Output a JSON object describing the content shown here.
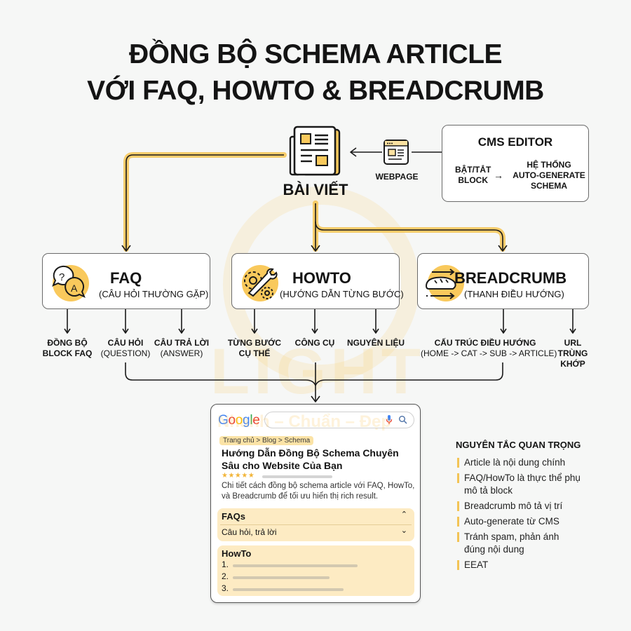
{
  "title": {
    "line1": "ĐỒNG BỘ SCHEMA ARTICLE",
    "line2": "VỚI FAQ, HOWTO & BREADCRUMB"
  },
  "watermark": {
    "brand": "LIGHT",
    "slogan": "Nhanh – Chuẩn – Đẹp"
  },
  "article_node": {
    "label": "BÀI VIẾT",
    "icon": "newspaper-icon"
  },
  "webpage_node": {
    "label": "WEBPAGE",
    "icon": "browser-window-icon"
  },
  "cms_editor": {
    "title": "CMS EDITOR",
    "left_line1": "BẬT/TẮT",
    "left_line2": "BLOCK",
    "arrow": "→",
    "right_line1": "HỆ THỐNG",
    "right_line2": "AUTO-GENERATE",
    "right_line3": "SCHEMA"
  },
  "categories": [
    {
      "name": "FAQ",
      "subtitle": "(CÂU HỎI THƯỜNG GẶP)",
      "icon": "chat-question-answer-icon",
      "children": [
        {
          "line1": "ĐỒNG BỘ",
          "line2": "BLOCK FAQ"
        },
        {
          "line1": "CÂU HỎI",
          "line2": "(QUESTION)"
        },
        {
          "line1": "CÂU TRẢ LỜI",
          "line2": "(ANSWER)"
        }
      ]
    },
    {
      "name": "HOWTO",
      "subtitle": "(HƯỚNG DẪN TỪNG BƯỚC)",
      "icon": "wrench-gear-icon",
      "children": [
        {
          "line1": "TỪNG BƯỚC",
          "line2": "CỤ THỂ"
        },
        {
          "line1": "CÔNG CỤ",
          "line2": ""
        },
        {
          "line1": "NGUYÊN LIỆU",
          "line2": ""
        }
      ]
    },
    {
      "name": "BREADCRUMB",
      "subtitle": "(THANH ĐIỀU HƯỚNG)",
      "icon": "bread-arrows-icon",
      "children": [
        {
          "line1": "CẤU TRÚC ĐIỀU HƯỚNG",
          "line2": "(HOME -> CAT -> SUB -> ARTICLE)"
        },
        {
          "line1": "URL",
          "line2": "TRÙNG",
          "line3": "KHỚP"
        }
      ]
    }
  ],
  "serp": {
    "logo": [
      "G",
      "o",
      "o",
      "g",
      "l",
      "e"
    ],
    "logo_colors": [
      "#4285f4",
      "#ea4335",
      "#fbbc05",
      "#4285f4",
      "#34a853",
      "#ea4335"
    ],
    "search_value": "",
    "breadcrumb": "Trang chủ > Blog > Schema",
    "title": "Hướng Dẫn Đồng Bộ Schema Chuyên Sâu cho Website Của Bạn",
    "stars": "★★★★★",
    "rating": 5,
    "description": "Chi tiết cách đồng bộ schema article với FAQ, HowTo, và Breadcrumb để tối ưu hiển thị rich result.",
    "faq": {
      "title": "FAQs",
      "question": "Câu hỏi, trả lời",
      "collapse_glyph": "⌃",
      "expand_glyph": "⌄"
    },
    "howto": {
      "title": "HowTo",
      "steps": [
        "1.",
        "2.",
        "3."
      ]
    }
  },
  "principles": {
    "title": "NGUYÊN TẮC QUAN TRỌNG",
    "items": [
      "Article là nội dung chính",
      "FAQ/HowTo là thực thể phụ mô tả block",
      "Breadcrumb mô tả vị trí",
      "Auto-generate từ CMS",
      "Tránh spam, phản ánh đúng nội dung",
      "EEAT"
    ]
  },
  "colors": {
    "accent": "#f9c95c",
    "accent_line": "#f7c654",
    "panel": "#fdebc3",
    "background": "#f6f7f6",
    "text": "#141414"
  }
}
